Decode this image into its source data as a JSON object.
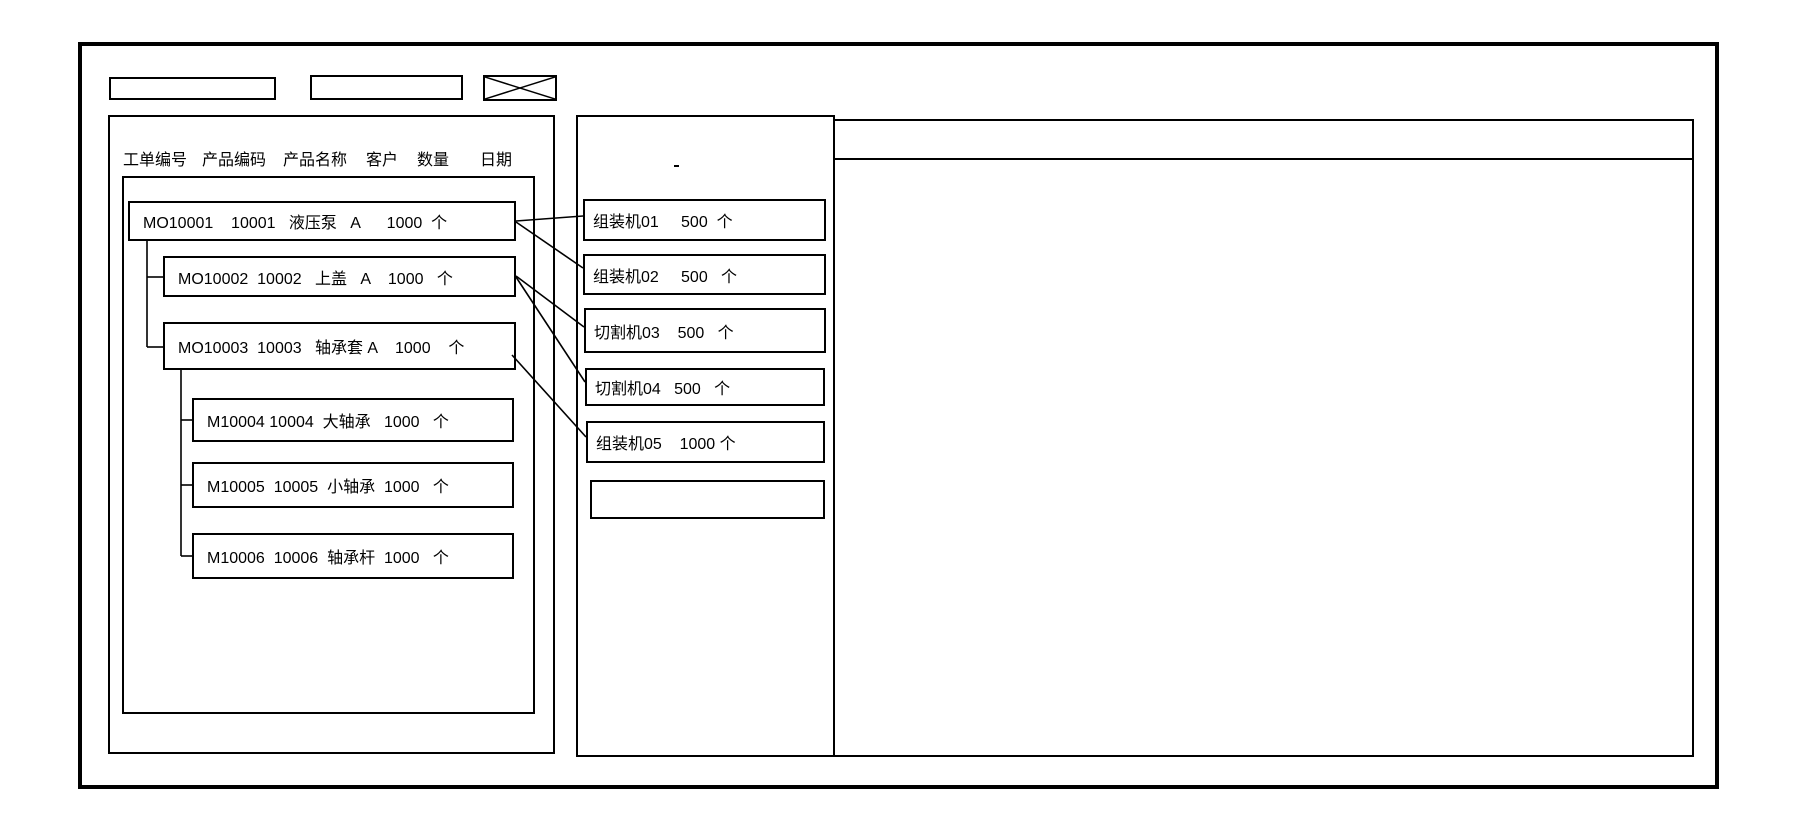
{
  "toolbar": {
    "field1_value": "",
    "field2_value": "",
    "close_icon": "box-with-x"
  },
  "left_panel": {
    "columns": [
      "工单编号",
      "产品编码",
      "产品名称",
      "客户",
      "数量",
      "日期"
    ],
    "orders": [
      {
        "level": 0,
        "order_no": "MO10001",
        "product_code": "10001",
        "product_name": "液压泵",
        "customer": "A",
        "qty": "1000",
        "unit": "个",
        "display": "MO10001    10001   液压泵   A      1000  个"
      },
      {
        "level": 1,
        "order_no": "MO10002",
        "product_code": "10002",
        "product_name": "上盖",
        "customer": "A",
        "qty": "1000",
        "unit": "个",
        "display": "MO10002  10002   上盖   A    1000   个"
      },
      {
        "level": 1,
        "order_no": "MO10003",
        "product_code": "10003",
        "product_name": "轴承套",
        "customer": "A",
        "qty": "1000",
        "unit": "个",
        "display": "MO10003  10003   轴承套 A    1000    个"
      },
      {
        "level": 2,
        "order_no": "M10004",
        "product_code": "10004",
        "product_name": "大轴承",
        "customer": "",
        "qty": "1000",
        "unit": "个",
        "display": "M10004 10004  大轴承   1000   个"
      },
      {
        "level": 2,
        "order_no": "M10005",
        "product_code": "10005",
        "product_name": "小轴承",
        "customer": "",
        "qty": "1000",
        "unit": "个",
        "display": "M10005  10005  小轴承  1000   个"
      },
      {
        "level": 2,
        "order_no": "M10006",
        "product_code": "10006",
        "product_name": "轴承杆",
        "customer": "",
        "qty": "1000",
        "unit": "个",
        "display": "M10006  10006  轴承杆  1000   个"
      }
    ]
  },
  "machine_panel": {
    "machines": [
      {
        "name": "组装机01",
        "qty": "500",
        "unit": "个",
        "display": "组装机01     500  个"
      },
      {
        "name": "组装机02",
        "qty": "500",
        "unit": "个",
        "display": "组装机02     500   个"
      },
      {
        "name": "切割机03",
        "qty": "500",
        "unit": "个",
        "display": "切割机03    500   个"
      },
      {
        "name": "切割机04",
        "qty": "500",
        "unit": "个",
        "display": "切割机04   500   个"
      },
      {
        "name": "组装机05",
        "qty": "1000",
        "unit": "个",
        "display": "组装机05    1000 个"
      },
      {
        "name": "",
        "qty": "",
        "unit": "",
        "display": ""
      }
    ]
  },
  "connections": [
    {
      "from": "MO10001",
      "to": "组装机01"
    },
    {
      "from": "MO10001",
      "to": "组装机02"
    },
    {
      "from": "MO10002",
      "to": "切割机03"
    },
    {
      "from": "MO10002",
      "to": "切割机04"
    },
    {
      "from": "MO10003",
      "to": "组装机05"
    }
  ],
  "schedule_panel": {
    "content": ""
  },
  "colors": {
    "line": "#000000",
    "background": "#ffffff"
  }
}
